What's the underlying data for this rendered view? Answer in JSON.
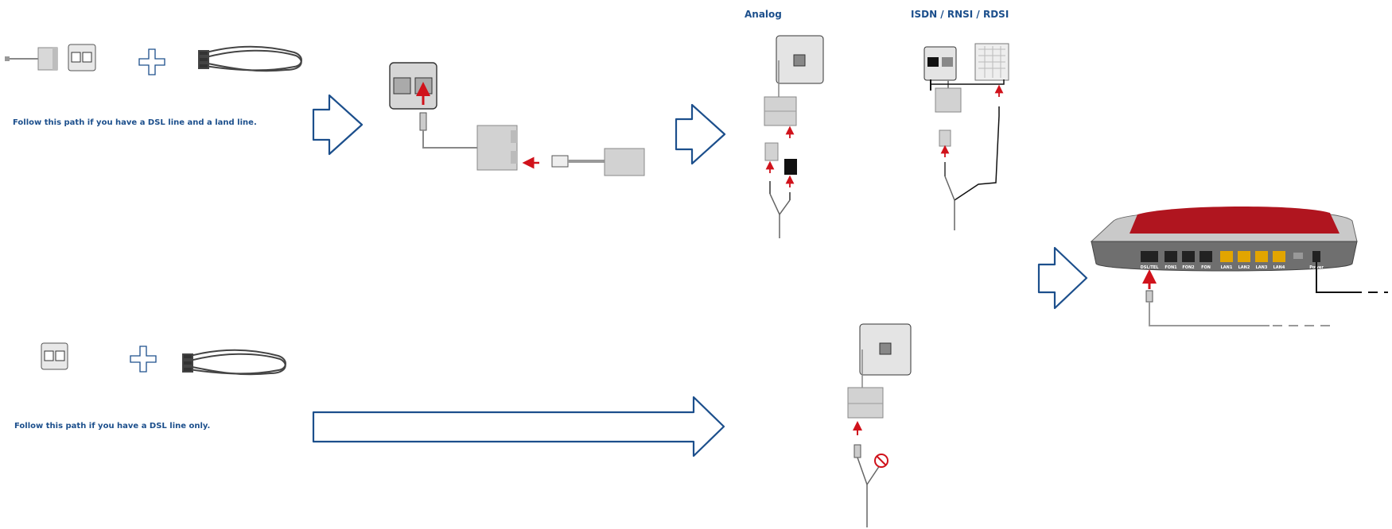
{
  "paths": {
    "landline": {
      "description": "Follow this  path if you have a DSL line and a land line."
    },
    "dsl_only": {
      "description": "Follow this  path if you have a DSL line only."
    }
  },
  "connection_types": {
    "analog": "Analog",
    "isdn": "ISDN / RNSI / RDSI"
  },
  "router": {
    "ports": [
      "DSL/TEL",
      "FON1",
      "FON2",
      "FON",
      "LAN1",
      "LAN2",
      "LAN3",
      "LAN4",
      "Power"
    ]
  },
  "colors": {
    "accent_blue": "#1c4f8c",
    "arrow_red": "#d0121b",
    "device_gray": "#d2d2d2",
    "router_red": "#b0151f"
  },
  "icons": {
    "plus": "plus-icon",
    "arrow": "right-arrow-outline",
    "prohibited": "no-phone-icon"
  }
}
